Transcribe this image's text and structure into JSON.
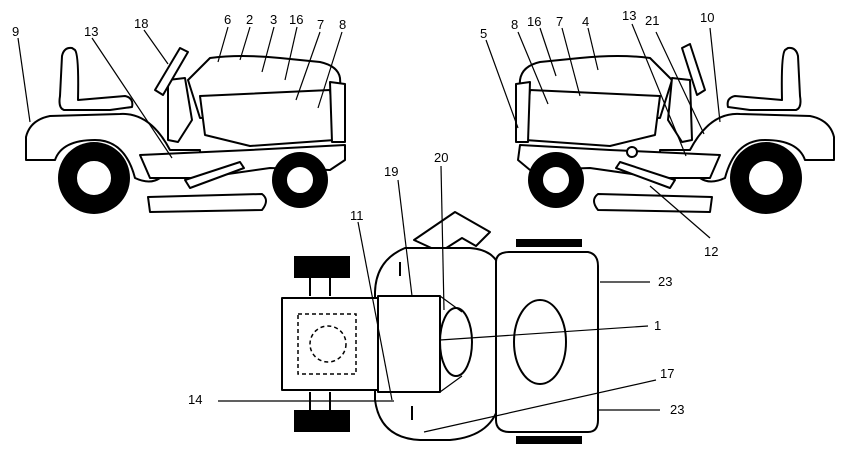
{
  "labels": {
    "left_tractor": [
      "9",
      "13",
      "18",
      "6",
      "2",
      "3",
      "16",
      "7",
      "8"
    ],
    "right_tractor": [
      "5",
      "8",
      "16",
      "7",
      "4",
      "13",
      "21",
      "10",
      "12"
    ],
    "top_view": [
      "19",
      "20",
      "11",
      "23",
      "1",
      "17",
      "14",
      "23"
    ]
  }
}
